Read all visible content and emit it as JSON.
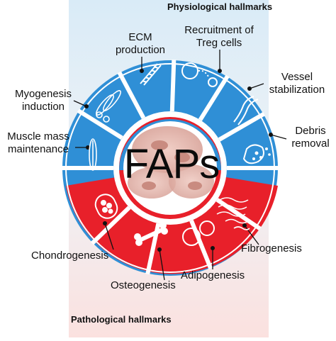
{
  "diagram": {
    "header_top": "Physiological hallmarks",
    "header_bottom": "Pathological hallmarks",
    "center_label": "FAPs",
    "colors": {
      "physiological": "#2f8fd6",
      "pathological": "#e8202a",
      "ring_border": "#ffffff",
      "bg_top": "#d9ebf7",
      "bg_bottom": "#fbe1df"
    },
    "physiological_hallmarks": [
      {
        "label": "ECM production",
        "icon": "collagen-fiber-icon"
      },
      {
        "label": "Recruitment of Treg cells",
        "icon": "treg-cell-icon"
      },
      {
        "label": "Vessel stabilization",
        "icon": "vessel-icon"
      },
      {
        "label": "Debris removal",
        "icon": "debris-icon"
      },
      {
        "label": "Muscle mass maintenance",
        "icon": "muscle-fiber-icon"
      },
      {
        "label": "Myogenesis induction",
        "icon": "myotube-icon"
      }
    ],
    "pathological_hallmarks": [
      {
        "label": "Chondrogenesis",
        "icon": "chondrocyte-icon"
      },
      {
        "label": "Osteogenesis",
        "icon": "bone-icon"
      },
      {
        "label": "Adipogenesis",
        "icon": "adipocyte-icon"
      },
      {
        "label": "Fibrogenesis",
        "icon": "fibrosis-icon"
      }
    ],
    "labels": {
      "ecm_1": "ECM",
      "ecm_2": "production",
      "treg_1": "Recruitment of",
      "treg_2": "Treg cells",
      "vessel_1": "Vessel",
      "vessel_2": "stabilization",
      "debris_1": "Debris",
      "debris_2": "removal",
      "myo_1": "Myogenesis",
      "myo_2": "induction",
      "muscle_1": "Muscle mass",
      "muscle_2": "maintenance",
      "chondro": "Chondrogenesis",
      "osteo": "Osteogenesis",
      "adipo": "Adipogenesis",
      "fibro": "Fibrogenesis"
    }
  }
}
